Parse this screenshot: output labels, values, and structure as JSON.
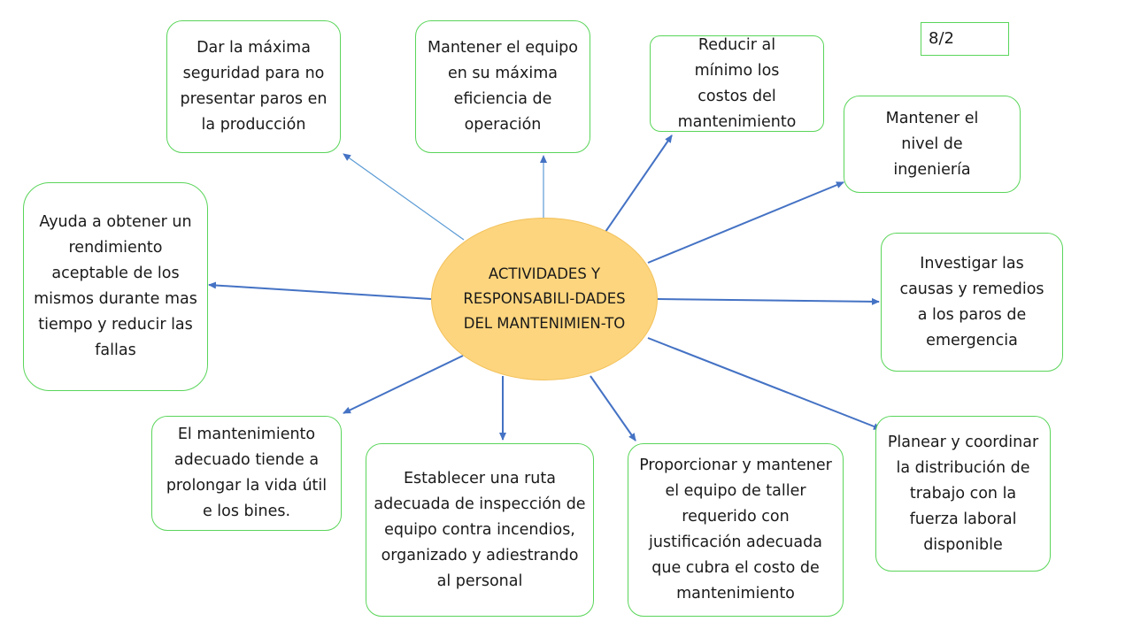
{
  "page_number": "8/2",
  "center": {
    "text": "ACTIVIDADES Y RESPONSABILI-DADES DEL MANTENIMIEN-TO"
  },
  "nodes": [
    {
      "id": "seguridad",
      "text": "Dar la máxima seguridad para no presentar paros en la producción"
    },
    {
      "id": "eficiencia",
      "text": "Mantener el equipo en su máxima eficiencia de operación"
    },
    {
      "id": "costos",
      "text": "Reducir al mínimo los costos del mantenimiento"
    },
    {
      "id": "ingenieria",
      "text": "Mantener el nivel de ingeniería"
    },
    {
      "id": "investigar",
      "text": "Investigar las causas y remedios a los paros de emergencia"
    },
    {
      "id": "planear",
      "text": "Planear y coordinar la distribución de trabajo con la fuerza laboral disponible"
    },
    {
      "id": "taller",
      "text": "Proporcionar y mantener el equipo de taller requerido con justificación adecuada que cubra el costo de mantenimiento"
    },
    {
      "id": "ruta",
      "text": "Establecer una ruta adecuada de inspección de equipo contra incendios, organizado y adiestrando al personal"
    },
    {
      "id": "vida",
      "text": "El mantenimiento adecuado tiende a prolongar la vida útil e los bines."
    },
    {
      "id": "rendimiento",
      "text": "Ayuda a obtener un rendimiento aceptable de los mismos durante mas tiempo y reducir las fallas"
    }
  ],
  "colors": {
    "box_border": "#5ad55a",
    "center_fill": "#fdd57e",
    "arrow": "#4472c4"
  }
}
